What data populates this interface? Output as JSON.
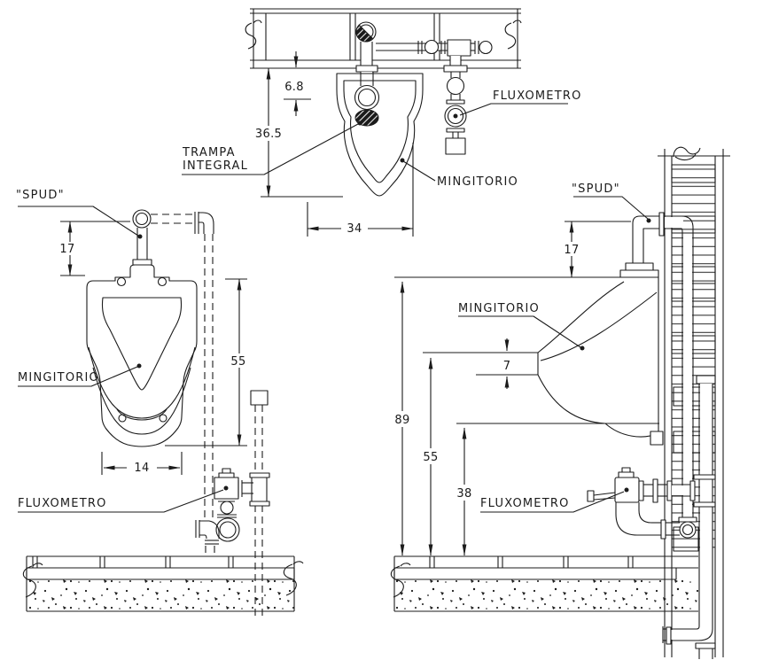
{
  "labels": {
    "spud": "\"SPUD\"",
    "mingitorio": "MINGITORIO",
    "fluxometro": "FLUXOMETRO",
    "trampa_line1": "TRAMPA",
    "trampa_line2": "INTEGRAL"
  },
  "dimensions": {
    "plan": {
      "wall_offset": "6.8",
      "depth": "36.5",
      "width": "34"
    },
    "front": {
      "spud_height": "17",
      "body_height": "55",
      "drain_spacing": "14"
    },
    "side": {
      "spud_height": "17",
      "lip_thickness": "7",
      "spud_height_floor": "89",
      "lip_height_floor": "55",
      "valve_height_floor": "38"
    }
  },
  "colors": {
    "line": "#1b1b1b",
    "background": "#ffffff"
  }
}
